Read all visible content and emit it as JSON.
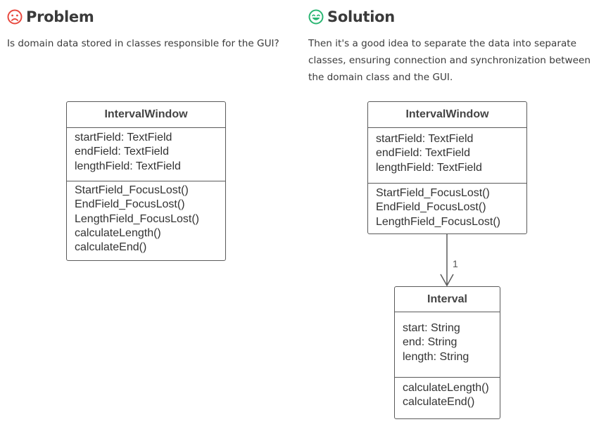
{
  "problem": {
    "title": "Problem",
    "icon": "sad-face-icon",
    "icon_color": "#e8493f",
    "description": "Is domain data stored in classes responsible for the GUI?",
    "class": {
      "name": "IntervalWindow",
      "attributes": [
        "startField: TextField",
        "endField: TextField",
        "lengthField: TextField"
      ],
      "methods": [
        "StartField_FocusLost()",
        "EndField_FocusLost()",
        "LengthField_FocusLost()",
        "calculateLength()",
        "calculateEnd()"
      ]
    }
  },
  "solution": {
    "title": "Solution",
    "icon": "happy-face-icon",
    "icon_color": "#2bb673",
    "description": "Then it's a good idea to separate the data into separate classes, ensuring connection and synchronization between the domain class and the GUI.",
    "window_class": {
      "name": "IntervalWindow",
      "attributes": [
        "startField: TextField",
        "endField: TextField",
        "lengthField: TextField"
      ],
      "methods": [
        "StartField_FocusLost()",
        "EndField_FocusLost()",
        "LengthField_FocusLost()"
      ]
    },
    "association": {
      "multiplicity": "1"
    },
    "domain_class": {
      "name": "Interval",
      "attributes": [
        "start: String",
        "end: String",
        "length: String"
      ],
      "methods": [
        "calculateLength()",
        "calculateEnd()"
      ]
    }
  }
}
